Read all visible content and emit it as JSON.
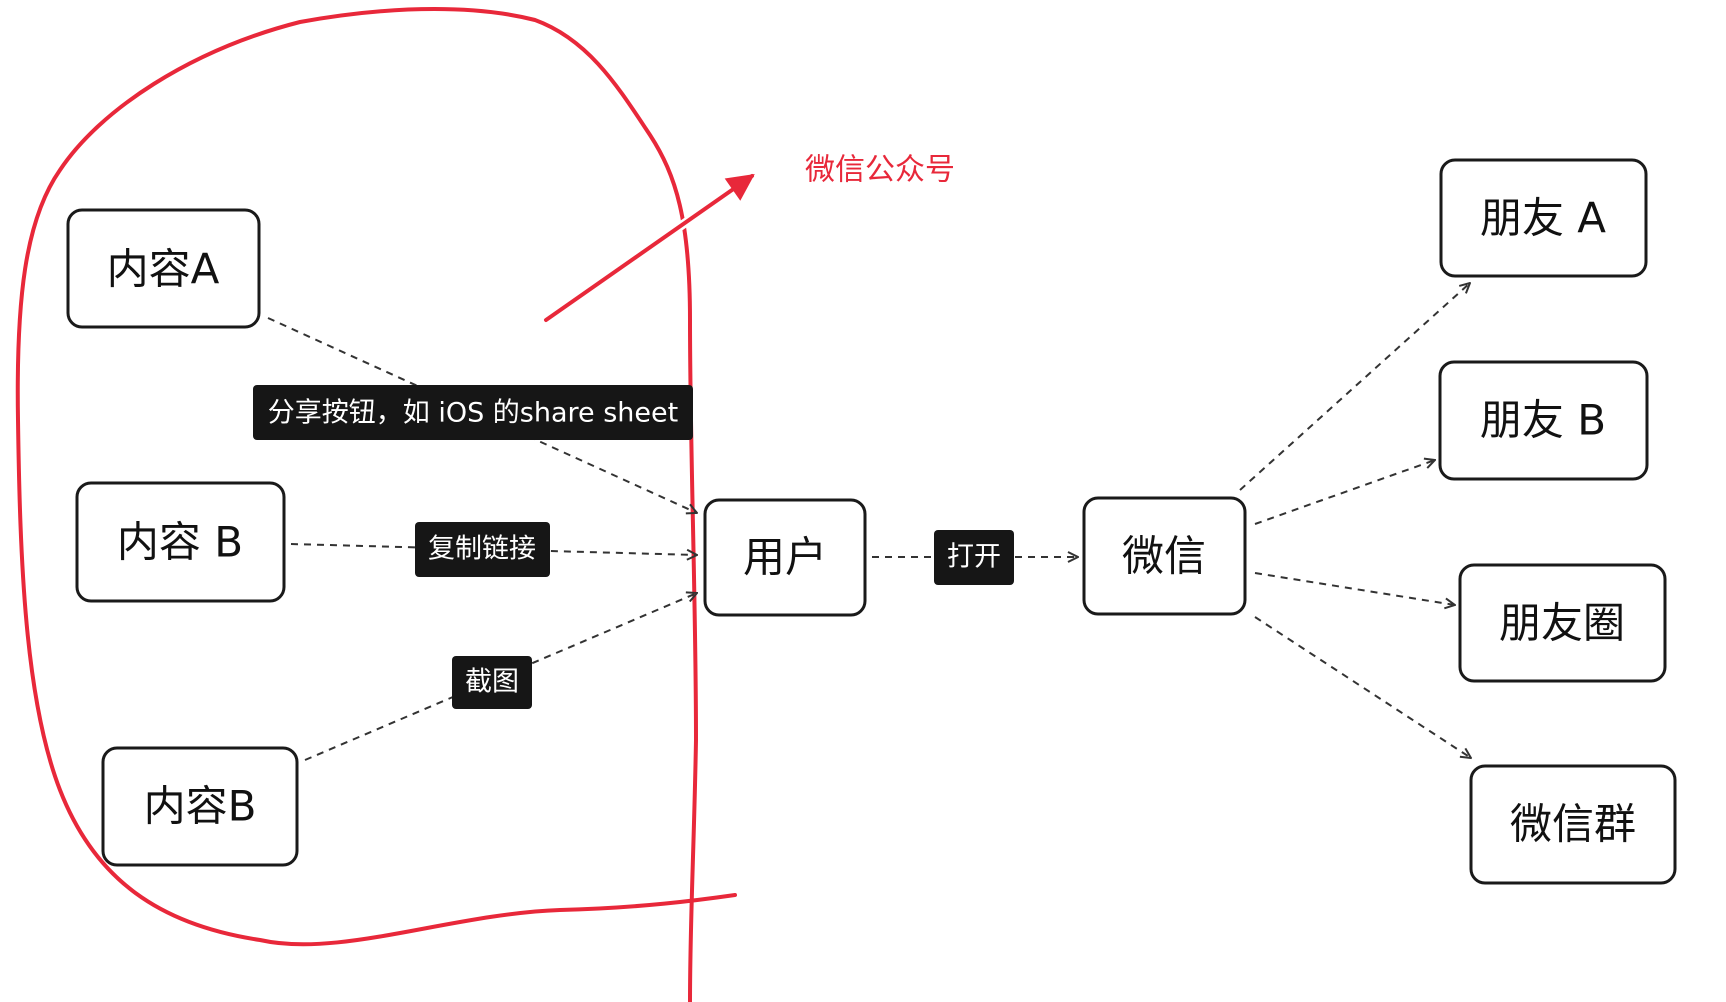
{
  "colors": {
    "annotation_red": "#e8283a",
    "node_border": "#1a1a1a",
    "label_bg": "#161616"
  },
  "nodes": {
    "content_a": "内容A",
    "content_b_top": "内容 B",
    "content_b_bottom": "内容B",
    "user": "用户",
    "wechat": "微信",
    "friend_a": "朋友 A",
    "friend_b": "朋友 B",
    "moments": "朋友圈",
    "wechat_group": "微信群"
  },
  "edge_labels": {
    "share_button": "分享按钮，如 iOS 的share sheet",
    "copy_link": "复制链接",
    "screenshot": "截图",
    "open": "打开"
  },
  "annotation": {
    "text": "微信公众号"
  }
}
